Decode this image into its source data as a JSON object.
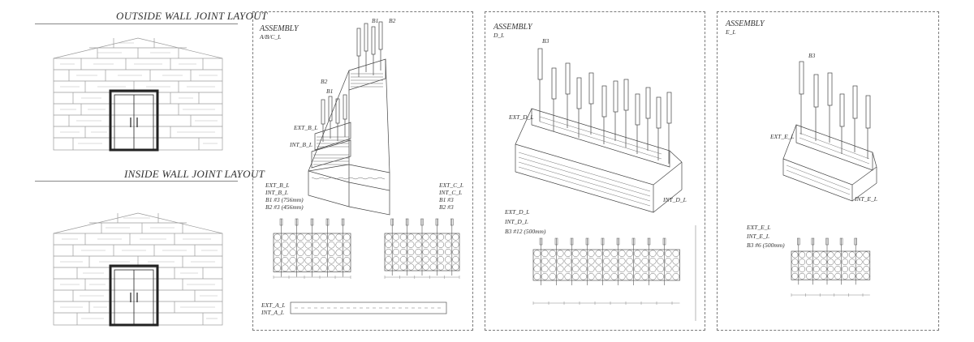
{
  "outside_title": "OUTSIDE WALL JOINT LAYOUT",
  "inside_title": "INSIDE WALL JOINT LAYOUT",
  "panels": {
    "abc": {
      "heading": "ASSEMBLY",
      "subheading": "A/B/C_L",
      "tags": {
        "b1": "B1",
        "b2": "B2",
        "b2_mid": "B2",
        "b1_mid": "B1",
        "ext_b": "EXT_B_L",
        "int_b": "INT_B_L"
      },
      "notes_left": [
        "EXT_B_L",
        "INT_B_L",
        "B1  #3 (756mm)",
        "B2  #3 (456mm)"
      ],
      "notes_right": [
        "EXT_C_L",
        "INT_C_L",
        "B1  #3",
        "B2  #3"
      ],
      "bottom_notes": [
        "EXT_A_L",
        "INT_A_L"
      ]
    },
    "d": {
      "heading": "ASSEMBLY",
      "subheading": "D_L",
      "tags": {
        "b3": "B3",
        "ext_d": "EXT_D_L",
        "int_d": "INT_D_L"
      },
      "notes": [
        "EXT_D_L",
        "INT_D_L",
        "B3  #12 (500mm)"
      ]
    },
    "e": {
      "heading": "ASSEMBLY",
      "subheading": "E_L",
      "tags": {
        "b3": "B3",
        "ext_e": "EXT_E_L",
        "int_e": "INT_E_L"
      },
      "notes": [
        "EXT_E_L",
        "INT_E_L",
        "B3  #6 (500mm)"
      ]
    }
  }
}
